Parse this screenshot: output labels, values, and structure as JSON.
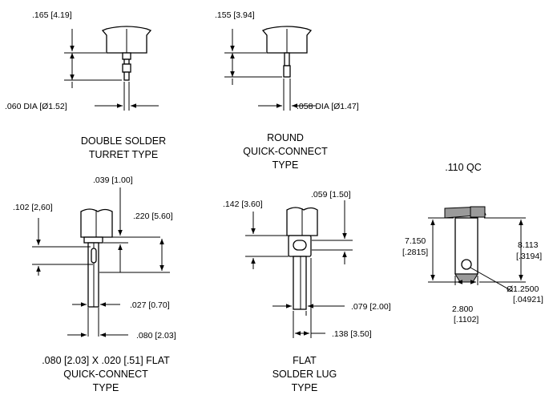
{
  "captions": {
    "double_turret": [
      "DOUBLE SOLDER",
      "TURRET TYPE"
    ],
    "round_qc": [
      "ROUND",
      "QUICK-CONNECT",
      "TYPE"
    ],
    "qc110": [
      ".110 QC"
    ],
    "flat_qc": [
      ".080 [2.03] X .020 [.51] FLAT",
      "QUICK-CONNECT",
      "TYPE"
    ],
    "solder_lug": [
      "FLAT",
      "SOLDER LUG",
      "TYPE"
    ]
  },
  "dimensions": {
    "dt_height": ".165 [4.19]",
    "dt_dia": ".060 DIA [Ø1.52]",
    "rq_height": ".155 [3.94]",
    "rq_dia": ".058 DIA [Ø1.47]",
    "fq_width": ".102 [2,60]",
    "fq_top": ".039 [1.00]",
    "fq_height": ".220 [5.60]",
    "fq_thick": ".027 [0.70]",
    "fq_blade": ".080 [2.03]",
    "sl_height": ".142 [3.60]",
    "sl_top": ".059 [1.50]",
    "sl_width": ".079 [2.00]",
    "sl_overall": ".138 [3.50]",
    "qc_h1": [
      "7.150",
      "[.2815]"
    ],
    "qc_h2": [
      "8.113",
      "[.3194]"
    ],
    "qc_hole": [
      "Ø1.2500",
      "[.04921]"
    ],
    "qc_width": [
      "2.800",
      "[.1102]"
    ]
  }
}
